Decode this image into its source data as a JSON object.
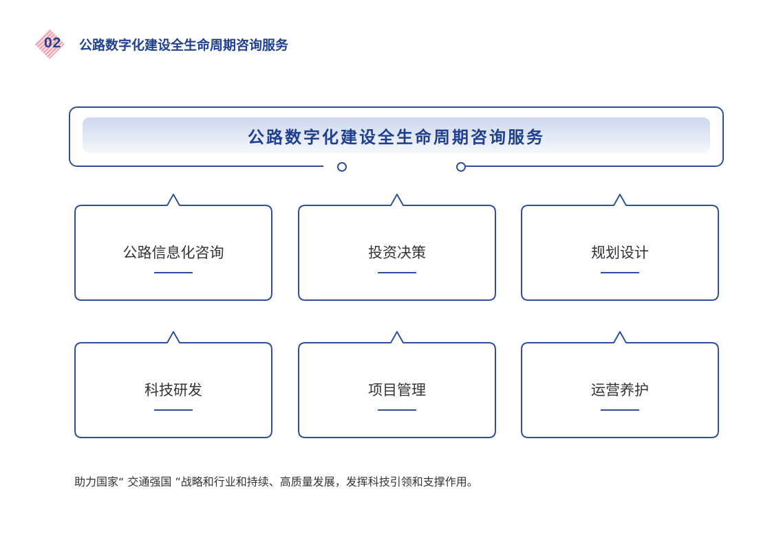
{
  "header": {
    "section_number": "02",
    "title": "公路数字化建设全生命周期咨询服务"
  },
  "main": {
    "title": "公路数字化建设全生命周期咨询服务"
  },
  "services": [
    {
      "label": "公路信息化咨询"
    },
    {
      "label": "投资决策"
    },
    {
      "label": "规划设计"
    },
    {
      "label": "科技研发"
    },
    {
      "label": "项目管理"
    },
    {
      "label": "运营养护"
    }
  ],
  "footer": {
    "text": "助力国家“ 交通强国 ”战略和行业和持续、高质量发展，发挥科技引领和支撑作用。"
  },
  "colors": {
    "primary": "#2f4f9c",
    "title": "#1f3f8f",
    "badge_accent": "#e87a8a"
  }
}
